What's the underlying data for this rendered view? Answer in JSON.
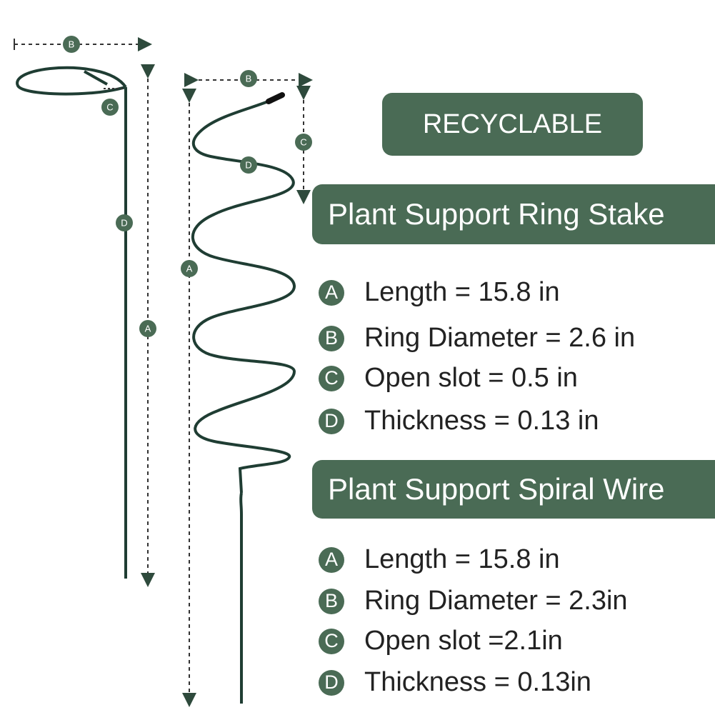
{
  "colors": {
    "accent": "#4a6b55",
    "wire": "#1f3d33",
    "text": "#222222"
  },
  "illustration": {
    "ring_labels": {
      "b": "B",
      "c": "C",
      "d": "D",
      "a": "A"
    },
    "spiral_labels": {
      "b": "B",
      "c": "C",
      "d": "D",
      "a": "A"
    }
  },
  "badge": {
    "label": "RECYCLABLE"
  },
  "ring_stake": {
    "title": "Plant Support Ring Stake",
    "specs": [
      {
        "letter": "A",
        "text": "Length = 15.8 in"
      },
      {
        "letter": "B",
        "text": "Ring Diameter = 2.6 in"
      },
      {
        "letter": "C",
        "text": "Open slot = 0.5 in"
      },
      {
        "letter": "D",
        "text": "Thickness = 0.13 in"
      }
    ]
  },
  "spiral_wire": {
    "title": "Plant Support Spiral Wire",
    "specs": [
      {
        "letter": "A",
        "text": "Length = 15.8 in"
      },
      {
        "letter": "B",
        "text": "Ring Diameter = 2.3in"
      },
      {
        "letter": "C",
        "text": "Open slot =2.1in"
      },
      {
        "letter": "D",
        "text": "Thickness = 0.13in"
      }
    ]
  }
}
